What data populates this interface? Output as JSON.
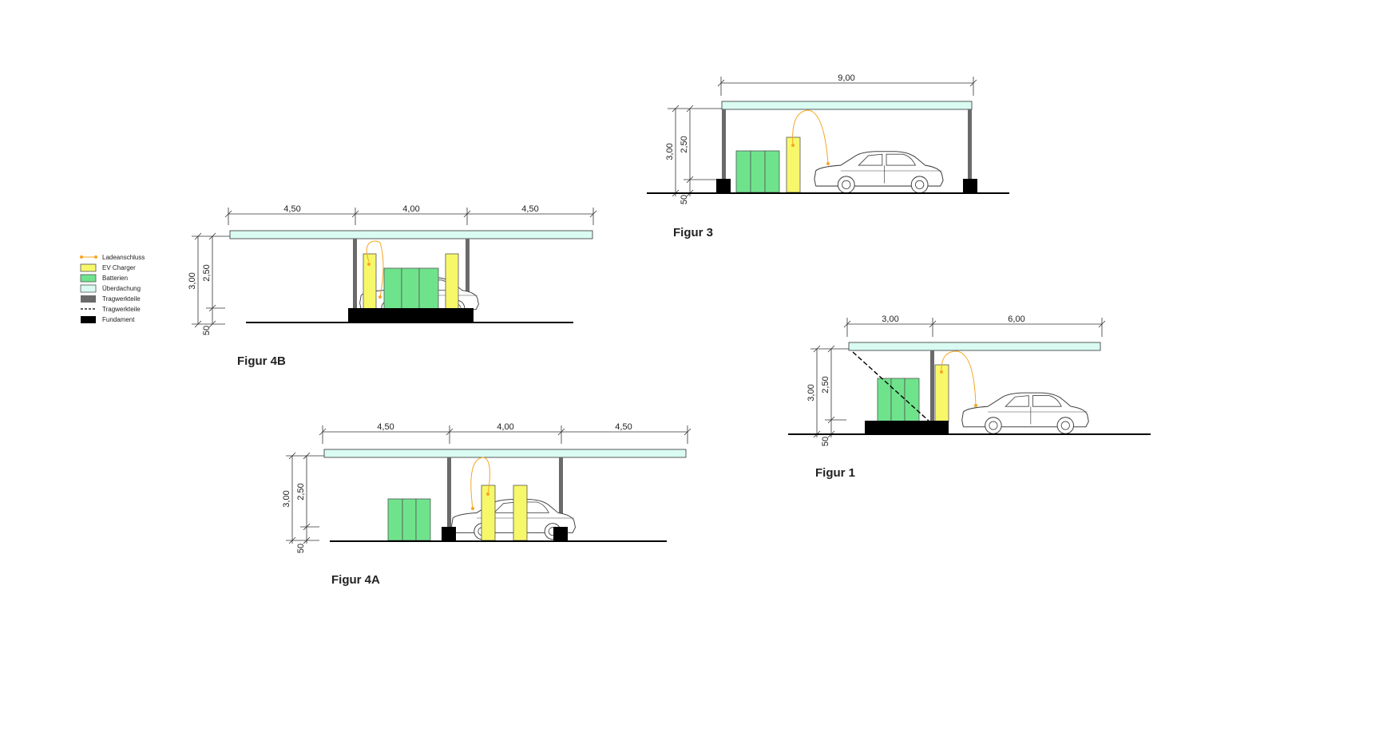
{
  "colors": {
    "roof": "#d9fbf2",
    "roof_stroke": "#333333",
    "charger": "#f7f76a",
    "charger_stroke": "#555555",
    "battery": "#6fe38c",
    "battery_stroke": "#555555",
    "structure": "#6a6a6a",
    "foundation": "#000000",
    "cable": "#f5a623",
    "ground": "#000000",
    "dimension": "#333333"
  },
  "legend": [
    {
      "label": "Ladeanschluss",
      "symbol": "cable"
    },
    {
      "label": "EV Charger",
      "symbol": "charger"
    },
    {
      "label": "Batterien",
      "symbol": "battery"
    },
    {
      "label": "Überdachung",
      "symbol": "roof"
    },
    {
      "label": "Tragwerkteile",
      "symbol": "structure"
    },
    {
      "label": "Tragwerkteile",
      "symbol": "dashed"
    },
    {
      "label": "Fundament",
      "symbol": "foundation"
    }
  ],
  "figures": {
    "fig4b": {
      "title": "Figur 4B",
      "spans": [
        "4,50",
        "4,00",
        "4,50"
      ],
      "height_total": "3,00",
      "height_clear": "2,50",
      "foundation_depth": "50"
    },
    "fig3": {
      "title": "Figur 3",
      "spans": [
        "9,00"
      ],
      "height_total": "3,00",
      "height_clear": "2,50",
      "foundation_depth": "50"
    },
    "fig1": {
      "title": "Figur 1",
      "spans": [
        "3,00",
        "6,00"
      ],
      "height_total": "3,00",
      "height_clear": "2,50",
      "foundation_depth": "50"
    },
    "fig4a": {
      "title": "Figur 4A",
      "spans": [
        "4,50",
        "4,00",
        "4,50"
      ],
      "height_total": "3,00",
      "height_clear": "2,50",
      "foundation_depth": "50"
    }
  }
}
